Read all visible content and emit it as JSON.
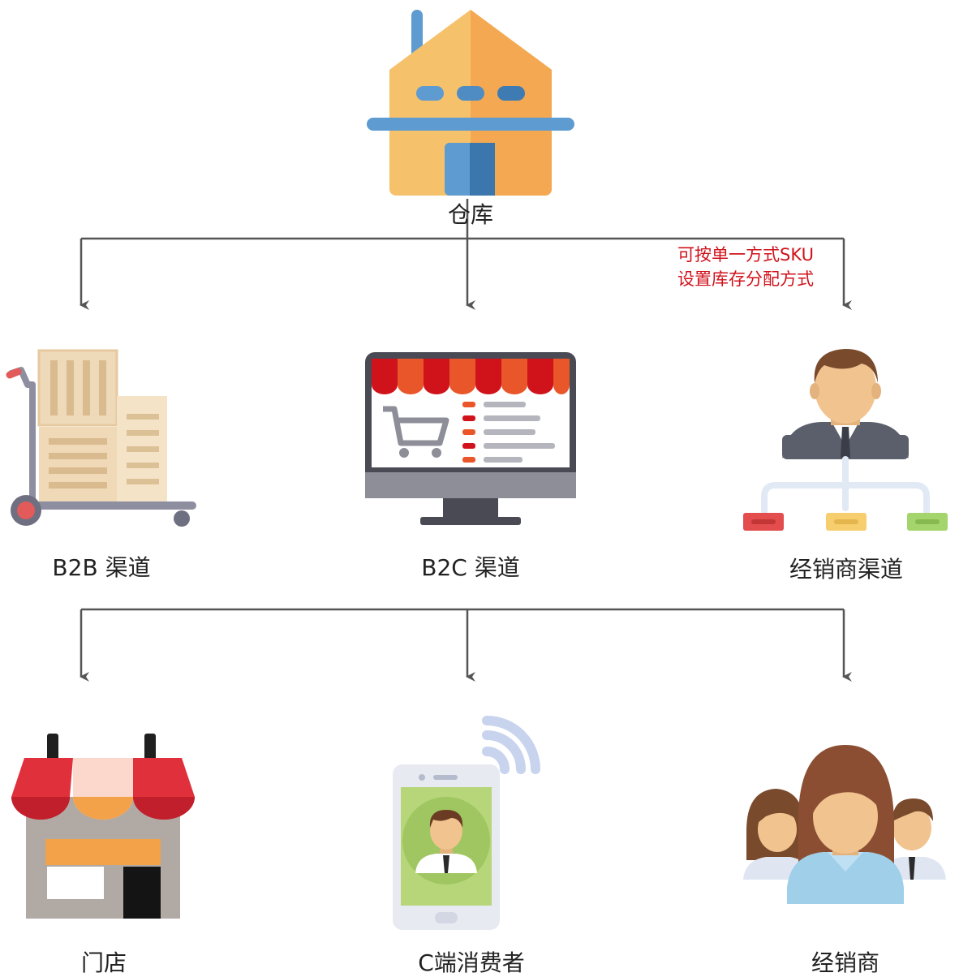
{
  "nodes": {
    "warehouse": {
      "label": "仓库",
      "icon": "warehouse-icon"
    },
    "b2b": {
      "label": "B2B 渠道",
      "icon": "hand-truck-boxes-icon"
    },
    "b2c": {
      "label": "B2C 渠道",
      "icon": "online-shop-monitor-icon"
    },
    "dealer_channel": {
      "label": "经销商渠道",
      "icon": "org-chart-person-icon"
    },
    "store": {
      "label": "门店",
      "icon": "storefront-icon"
    },
    "consumer": {
      "label": "C端消费者",
      "icon": "smartphone-user-icon"
    },
    "dealer": {
      "label": "经销商",
      "icon": "people-group-icon"
    }
  },
  "annotation": {
    "line1": "可按单一方式SKU",
    "line2": "设置库存分配方式"
  },
  "colors": {
    "connector": "#555555",
    "annotation": "#d0121b",
    "label": "#222222"
  }
}
